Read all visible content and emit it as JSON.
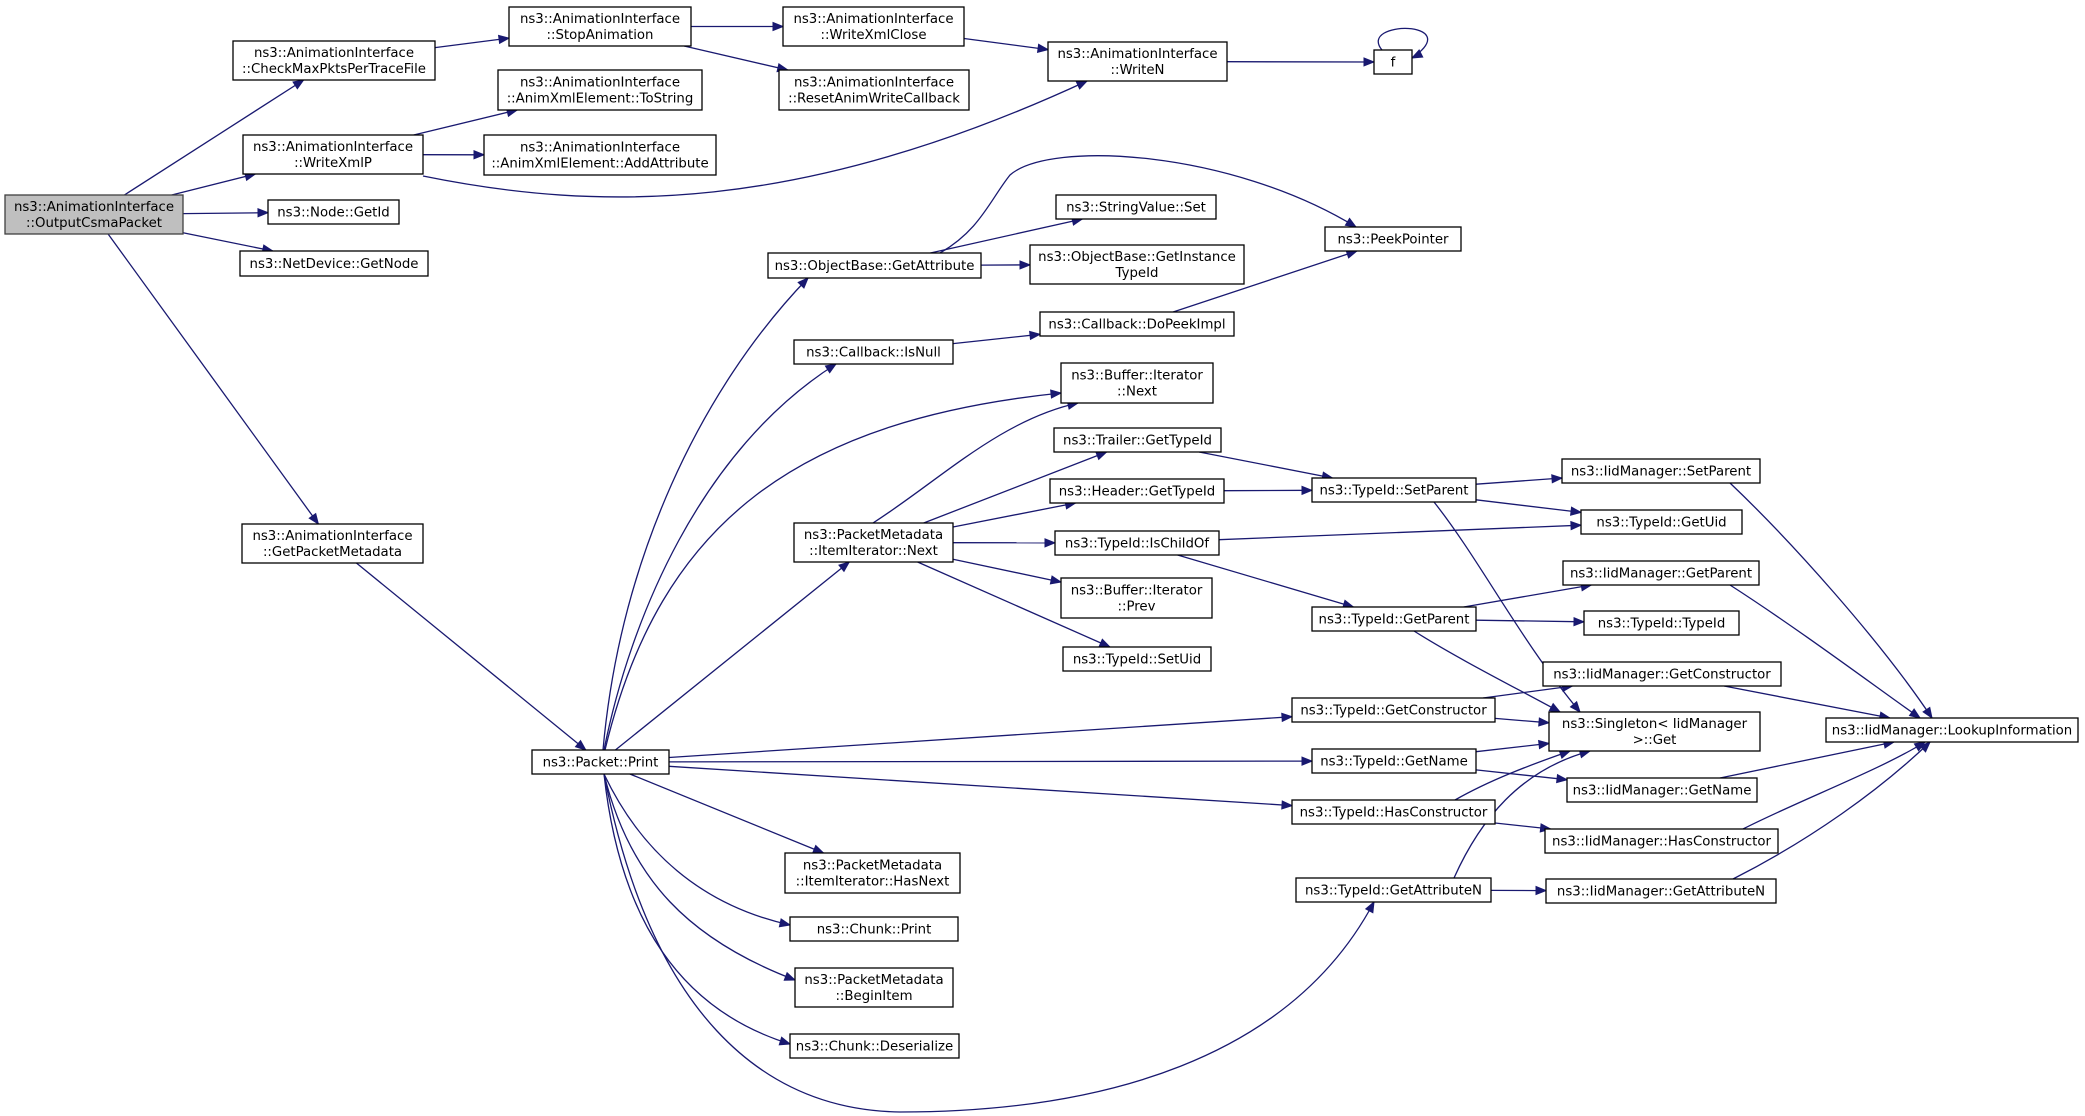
{
  "nodes": [
    {
      "id": "OutputCsmaPacket",
      "lines": [
        "ns3::AnimationInterface",
        "::OutputCsmaPacket"
      ],
      "root": true
    },
    {
      "id": "CheckMaxPktsPerTraceFile",
      "lines": [
        "ns3::AnimationInterface",
        "::CheckMaxPktsPerTraceFile"
      ]
    },
    {
      "id": "WriteXmlP",
      "lines": [
        "ns3::AnimationInterface",
        "::WriteXmlP"
      ]
    },
    {
      "id": "NodeGetId",
      "lines": [
        "ns3::Node::GetId"
      ]
    },
    {
      "id": "NetDeviceGetNode",
      "lines": [
        "ns3::NetDevice::GetNode"
      ]
    },
    {
      "id": "GetPacketMetadata",
      "lines": [
        "ns3::AnimationInterface",
        "::GetPacketMetadata"
      ]
    },
    {
      "id": "StopAnimation",
      "lines": [
        "ns3::AnimationInterface",
        "::StopAnimation"
      ]
    },
    {
      "id": "AnimToString",
      "lines": [
        "ns3::AnimationInterface",
        "::AnimXmlElement::ToString"
      ]
    },
    {
      "id": "AnimAddAttribute",
      "lines": [
        "ns3::AnimationInterface",
        "::AnimXmlElement::AddAttribute"
      ]
    },
    {
      "id": "WriteXmlClose",
      "lines": [
        "ns3::AnimationInterface",
        "::WriteXmlClose"
      ]
    },
    {
      "id": "ResetAnimWriteCallback",
      "lines": [
        "ns3::AnimationInterface",
        "::ResetAnimWriteCallback"
      ]
    },
    {
      "id": "WriteN",
      "lines": [
        "ns3::AnimationInterface",
        "::WriteN"
      ]
    },
    {
      "id": "f",
      "lines": [
        "f"
      ]
    },
    {
      "id": "PacketPrint",
      "lines": [
        "ns3::Packet::Print"
      ]
    },
    {
      "id": "ObjectBaseGetAttribute",
      "lines": [
        "ns3::ObjectBase::GetAttribute"
      ]
    },
    {
      "id": "CallbackIsNull",
      "lines": [
        "ns3::Callback::IsNull"
      ]
    },
    {
      "id": "PMItemIteratorNext",
      "lines": [
        "ns3::PacketMetadata",
        "::ItemIterator::Next"
      ]
    },
    {
      "id": "PMHasNext",
      "lines": [
        "ns3::PacketMetadata",
        "::ItemIterator::HasNext"
      ]
    },
    {
      "id": "ChunkPrint",
      "lines": [
        "ns3::Chunk::Print"
      ]
    },
    {
      "id": "PMBeginItem",
      "lines": [
        "ns3::PacketMetadata",
        "::BeginItem"
      ]
    },
    {
      "id": "ChunkDeserialize",
      "lines": [
        "ns3::Chunk::Deserialize"
      ]
    },
    {
      "id": "StringValueSet",
      "lines": [
        "ns3::StringValue::Set"
      ]
    },
    {
      "id": "ObjectBaseGetInstanceTypeId",
      "lines": [
        "ns3::ObjectBase::GetInstance",
        "TypeId"
      ]
    },
    {
      "id": "CallbackDoPeekImpl",
      "lines": [
        "ns3::Callback::DoPeekImpl"
      ]
    },
    {
      "id": "PeekPointer",
      "lines": [
        "ns3::PeekPointer"
      ]
    },
    {
      "id": "BufferIteratorNext",
      "lines": [
        "ns3::Buffer::Iterator",
        "::Next"
      ]
    },
    {
      "id": "TrailerGetTypeId",
      "lines": [
        "ns3::Trailer::GetTypeId"
      ]
    },
    {
      "id": "HeaderGetTypeId",
      "lines": [
        "ns3::Header::GetTypeId"
      ]
    },
    {
      "id": "TypeIdIsChildOf",
      "lines": [
        "ns3::TypeId::IsChildOf"
      ]
    },
    {
      "id": "BufferIteratorPrev",
      "lines": [
        "ns3::Buffer::Iterator",
        "::Prev"
      ]
    },
    {
      "id": "TypeIdSetUid",
      "lines": [
        "ns3::TypeId::SetUid"
      ]
    },
    {
      "id": "TypeIdSetParent",
      "lines": [
        "ns3::TypeId::SetParent"
      ]
    },
    {
      "id": "TypeIdGetParent",
      "lines": [
        "ns3::TypeId::GetParent"
      ]
    },
    {
      "id": "TypeIdGetConstructor",
      "lines": [
        "ns3::TypeId::GetConstructor"
      ]
    },
    {
      "id": "TypeIdGetName",
      "lines": [
        "ns3::TypeId::GetName"
      ]
    },
    {
      "id": "TypeIdHasConstructor",
      "lines": [
        "ns3::TypeId::HasConstructor"
      ]
    },
    {
      "id": "TypeIdGetAttributeN",
      "lines": [
        "ns3::TypeId::GetAttributeN"
      ]
    },
    {
      "id": "IidSetParent",
      "lines": [
        "ns3::IidManager::SetParent"
      ]
    },
    {
      "id": "TypeIdGetUid",
      "lines": [
        "ns3::TypeId::GetUid"
      ]
    },
    {
      "id": "IidGetParent",
      "lines": [
        "ns3::IidManager::GetParent"
      ]
    },
    {
      "id": "TypeIdTypeId",
      "lines": [
        "ns3::TypeId::TypeId"
      ]
    },
    {
      "id": "IidGetConstructor",
      "lines": [
        "ns3::IidManager::GetConstructor"
      ]
    },
    {
      "id": "SingletonGet",
      "lines": [
        "ns3::Singleton< IidManager",
        " >::Get"
      ]
    },
    {
      "id": "IidGetName",
      "lines": [
        "ns3::IidManager::GetName"
      ]
    },
    {
      "id": "IidHasConstructor",
      "lines": [
        "ns3::IidManager::HasConstructor"
      ]
    },
    {
      "id": "IidGetAttributeN",
      "lines": [
        "ns3::IidManager::GetAttributeN"
      ]
    },
    {
      "id": "IidLookupInformation",
      "lines": [
        "ns3::IidManager::LookupInformation"
      ]
    }
  ],
  "edges": [
    [
      "OutputCsmaPacket",
      "CheckMaxPktsPerTraceFile"
    ],
    [
      "OutputCsmaPacket",
      "WriteXmlP"
    ],
    [
      "OutputCsmaPacket",
      "NodeGetId"
    ],
    [
      "OutputCsmaPacket",
      "NetDeviceGetNode"
    ],
    [
      "OutputCsmaPacket",
      "GetPacketMetadata"
    ],
    [
      "CheckMaxPktsPerTraceFile",
      "StopAnimation"
    ],
    [
      "StopAnimation",
      "WriteXmlClose"
    ],
    [
      "StopAnimation",
      "ResetAnimWriteCallback"
    ],
    [
      "WriteXmlClose",
      "WriteN"
    ],
    [
      "WriteN",
      "f"
    ],
    [
      "f",
      "f"
    ],
    [
      "WriteXmlP",
      "AnimToString"
    ],
    [
      "WriteXmlP",
      "AnimAddAttribute"
    ],
    [
      "WriteXmlP",
      "WriteN"
    ],
    [
      "GetPacketMetadata",
      "PacketPrint"
    ],
    [
      "PacketPrint",
      "ObjectBaseGetAttribute"
    ],
    [
      "PacketPrint",
      "CallbackIsNull"
    ],
    [
      "PacketPrint",
      "BufferIteratorNext"
    ],
    [
      "PacketPrint",
      "PMItemIteratorNext"
    ],
    [
      "PacketPrint",
      "TypeIdGetConstructor"
    ],
    [
      "PacketPrint",
      "TypeIdGetName"
    ],
    [
      "PacketPrint",
      "TypeIdHasConstructor"
    ],
    [
      "PacketPrint",
      "PMHasNext"
    ],
    [
      "PacketPrint",
      "ChunkPrint"
    ],
    [
      "PacketPrint",
      "PMBeginItem"
    ],
    [
      "PacketPrint",
      "ChunkDeserialize"
    ],
    [
      "PacketPrint",
      "TypeIdGetAttributeN"
    ],
    [
      "ObjectBaseGetAttribute",
      "StringValueSet"
    ],
    [
      "ObjectBaseGetAttribute",
      "ObjectBaseGetInstanceTypeId"
    ],
    [
      "ObjectBaseGetAttribute",
      "PeekPointer"
    ],
    [
      "CallbackIsNull",
      "CallbackDoPeekImpl"
    ],
    [
      "CallbackDoPeekImpl",
      "PeekPointer"
    ],
    [
      "PMItemIteratorNext",
      "BufferIteratorNext"
    ],
    [
      "PMItemIteratorNext",
      "TrailerGetTypeId"
    ],
    [
      "PMItemIteratorNext",
      "HeaderGetTypeId"
    ],
    [
      "PMItemIteratorNext",
      "TypeIdIsChildOf"
    ],
    [
      "PMItemIteratorNext",
      "BufferIteratorPrev"
    ],
    [
      "PMItemIteratorNext",
      "TypeIdSetUid"
    ],
    [
      "TrailerGetTypeId",
      "TypeIdSetParent"
    ],
    [
      "HeaderGetTypeId",
      "TypeIdSetParent"
    ],
    [
      "TypeIdIsChildOf",
      "TypeIdGetUid"
    ],
    [
      "TypeIdIsChildOf",
      "TypeIdGetParent"
    ],
    [
      "TypeIdSetParent",
      "IidSetParent"
    ],
    [
      "TypeIdSetParent",
      "TypeIdGetUid"
    ],
    [
      "TypeIdSetParent",
      "SingletonGet"
    ],
    [
      "TypeIdGetParent",
      "IidGetParent"
    ],
    [
      "TypeIdGetParent",
      "TypeIdTypeId"
    ],
    [
      "TypeIdGetParent",
      "SingletonGet"
    ],
    [
      "TypeIdGetConstructor",
      "IidGetConstructor"
    ],
    [
      "TypeIdGetConstructor",
      "SingletonGet"
    ],
    [
      "TypeIdGetName",
      "SingletonGet"
    ],
    [
      "TypeIdGetName",
      "IidGetName"
    ],
    [
      "TypeIdHasConstructor",
      "SingletonGet"
    ],
    [
      "TypeIdHasConstructor",
      "IidHasConstructor"
    ],
    [
      "TypeIdGetAttributeN",
      "SingletonGet"
    ],
    [
      "TypeIdGetAttributeN",
      "IidGetAttributeN"
    ],
    [
      "IidSetParent",
      "IidLookupInformation"
    ],
    [
      "IidGetParent",
      "IidLookupInformation"
    ],
    [
      "IidGetConstructor",
      "IidLookupInformation"
    ],
    [
      "IidGetName",
      "IidLookupInformation"
    ],
    [
      "IidHasConstructor",
      "IidLookupInformation"
    ],
    [
      "IidGetAttributeN",
      "IidLookupInformation"
    ]
  ]
}
